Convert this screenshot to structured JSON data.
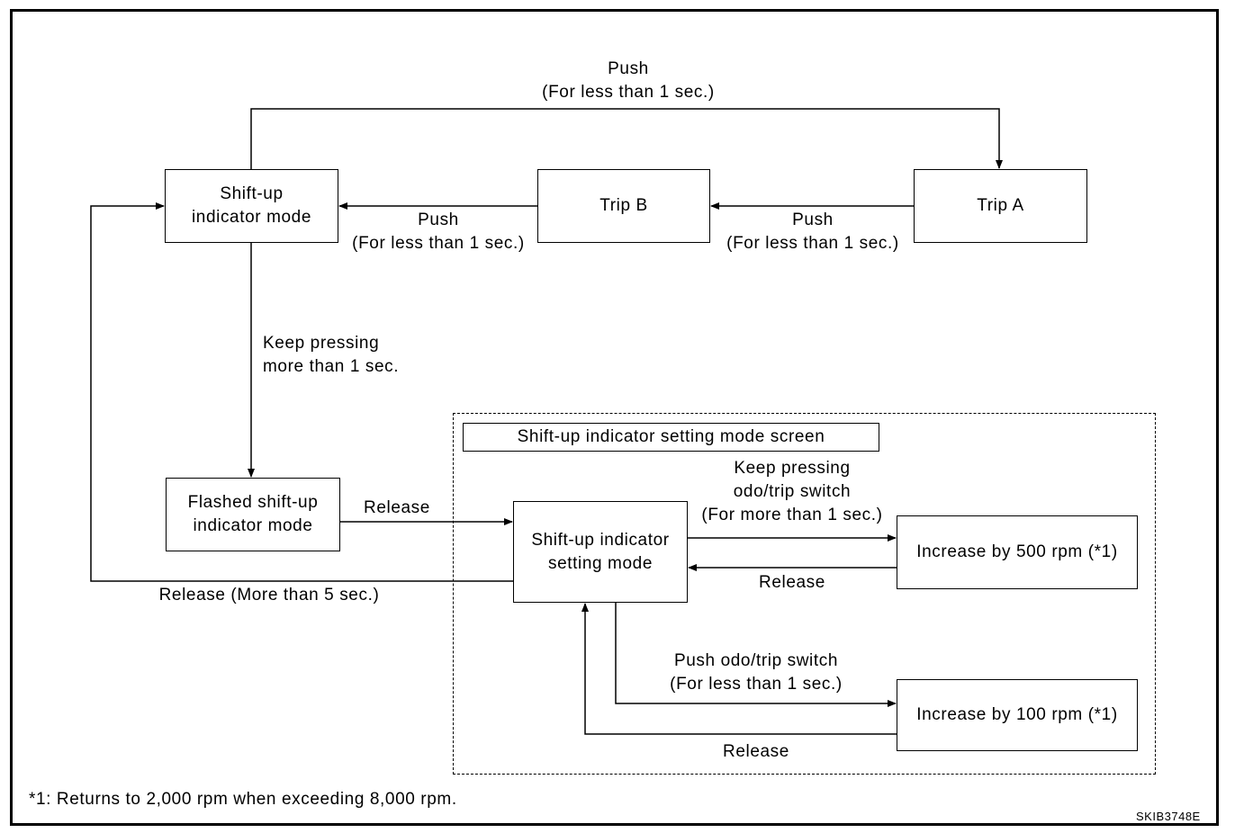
{
  "nodes": {
    "shift_up_mode": "Shift-up\nindicator mode",
    "trip_b": "Trip B",
    "trip_a": "Trip A",
    "flashed_mode": "Flashed shift-up\nindicator mode",
    "setting_mode": "Shift-up indicator\nsetting mode",
    "increase_500": "Increase by 500 rpm (*1)",
    "increase_100": "Increase by 100 rpm (*1)"
  },
  "group": {
    "title": "Shift-up indicator setting mode screen"
  },
  "edges": {
    "top_push": "Push\n(For less than 1 sec.)",
    "tripb_to_shift": "Push\n(For less than 1 sec.)",
    "tripa_to_tripb": "Push\n(For less than 1 sec.)",
    "keep_pressing": "Keep pressing\nmore than 1 sec.",
    "release_flashed": "Release",
    "release_5sec": "Release (More than 5 sec.)",
    "keep_odo": "Keep pressing\nodo/trip switch\n(For more than 1 sec.)",
    "release_500": "Release",
    "push_odo": "Push odo/trip switch\n(For less than 1 sec.)",
    "release_100": "Release"
  },
  "footnote": "*1: Returns to 2,000 rpm when exceeding 8,000 rpm.",
  "figure_code": "SKIB3748E"
}
